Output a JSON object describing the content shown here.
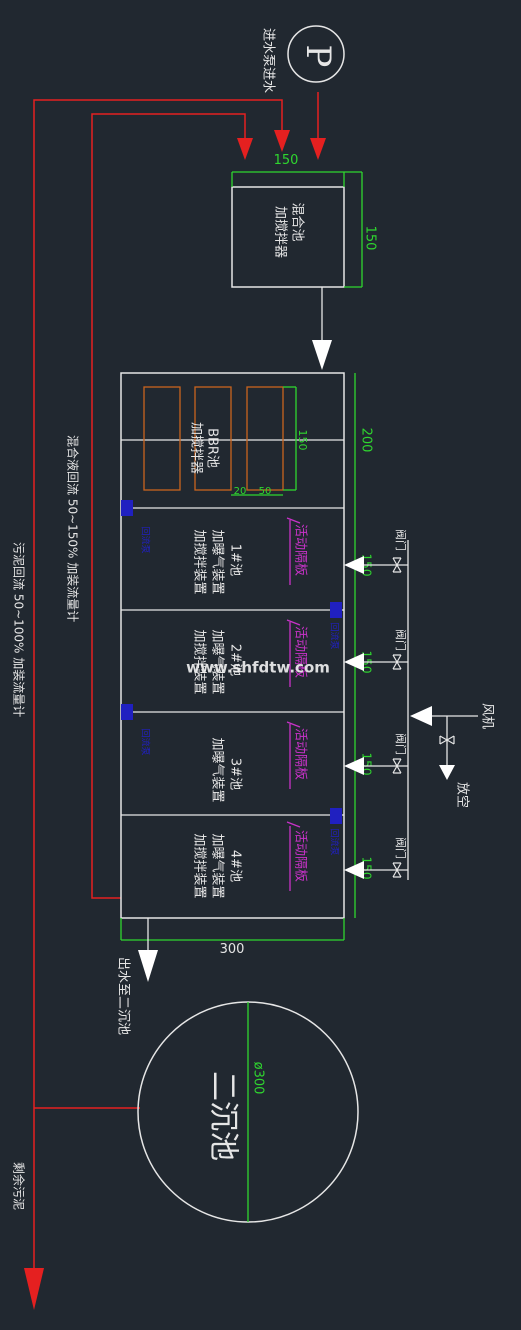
{
  "colors": {
    "background": "#212830",
    "outline": "#e6e6e6",
    "dimension": "#2fd62f",
    "flow_red": "#e52020",
    "partition": "#c832c8",
    "pump_blue": "#2020c0",
    "bbr_module": "#c8641e",
    "watermark": "#f2f2f2"
  },
  "pump": {
    "symbol": "P",
    "label": "进水泵进水"
  },
  "mix_tank": {
    "line1": "混合池",
    "line2": "加搅拌器",
    "dim_width": "150",
    "dim_height": "150"
  },
  "bbr_tank": {
    "line1": "BBR池",
    "line2": "加搅拌器",
    "dim_a": "200",
    "dim_b": "150",
    "dim_c": "20",
    "dim_d": "50"
  },
  "tanks": [
    {
      "name": "1#池",
      "line1": "加曝气装置",
      "line2": "加搅拌装置",
      "partition": "活动隔板",
      "valve": "阀门",
      "dim": "150"
    },
    {
      "name": "2#池",
      "line1": "加曝气装置",
      "line2": "加搅拌装置",
      "partition": "活动隔板",
      "valve": "阀门",
      "dim": "150"
    },
    {
      "name": "3#池",
      "line1": "加曝气装置",
      "line2": "",
      "partition": "活动隔板",
      "valve": "阀门",
      "dim": "150"
    },
    {
      "name": "4#池",
      "line1": "加曝气装置",
      "line2": "加搅拌装置",
      "partition": "活动隔板",
      "valve": "阀门",
      "dim": "150"
    }
  ],
  "pump_tag": "回流泵",
  "basin_total_dim": "300",
  "blower": {
    "label": "风机",
    "vent": "放空"
  },
  "outlet_label": "出水至二沉池",
  "clarifier": {
    "name": "二沉池",
    "dim": "ø300"
  },
  "return_lines": {
    "mixed_liquor": "混合液回流 50~150% 加装流量计",
    "sludge": "污泥回流 50~100% 加装流量计"
  },
  "excess_sludge": "剩余污泥",
  "watermark": "www.shfdtw.com"
}
